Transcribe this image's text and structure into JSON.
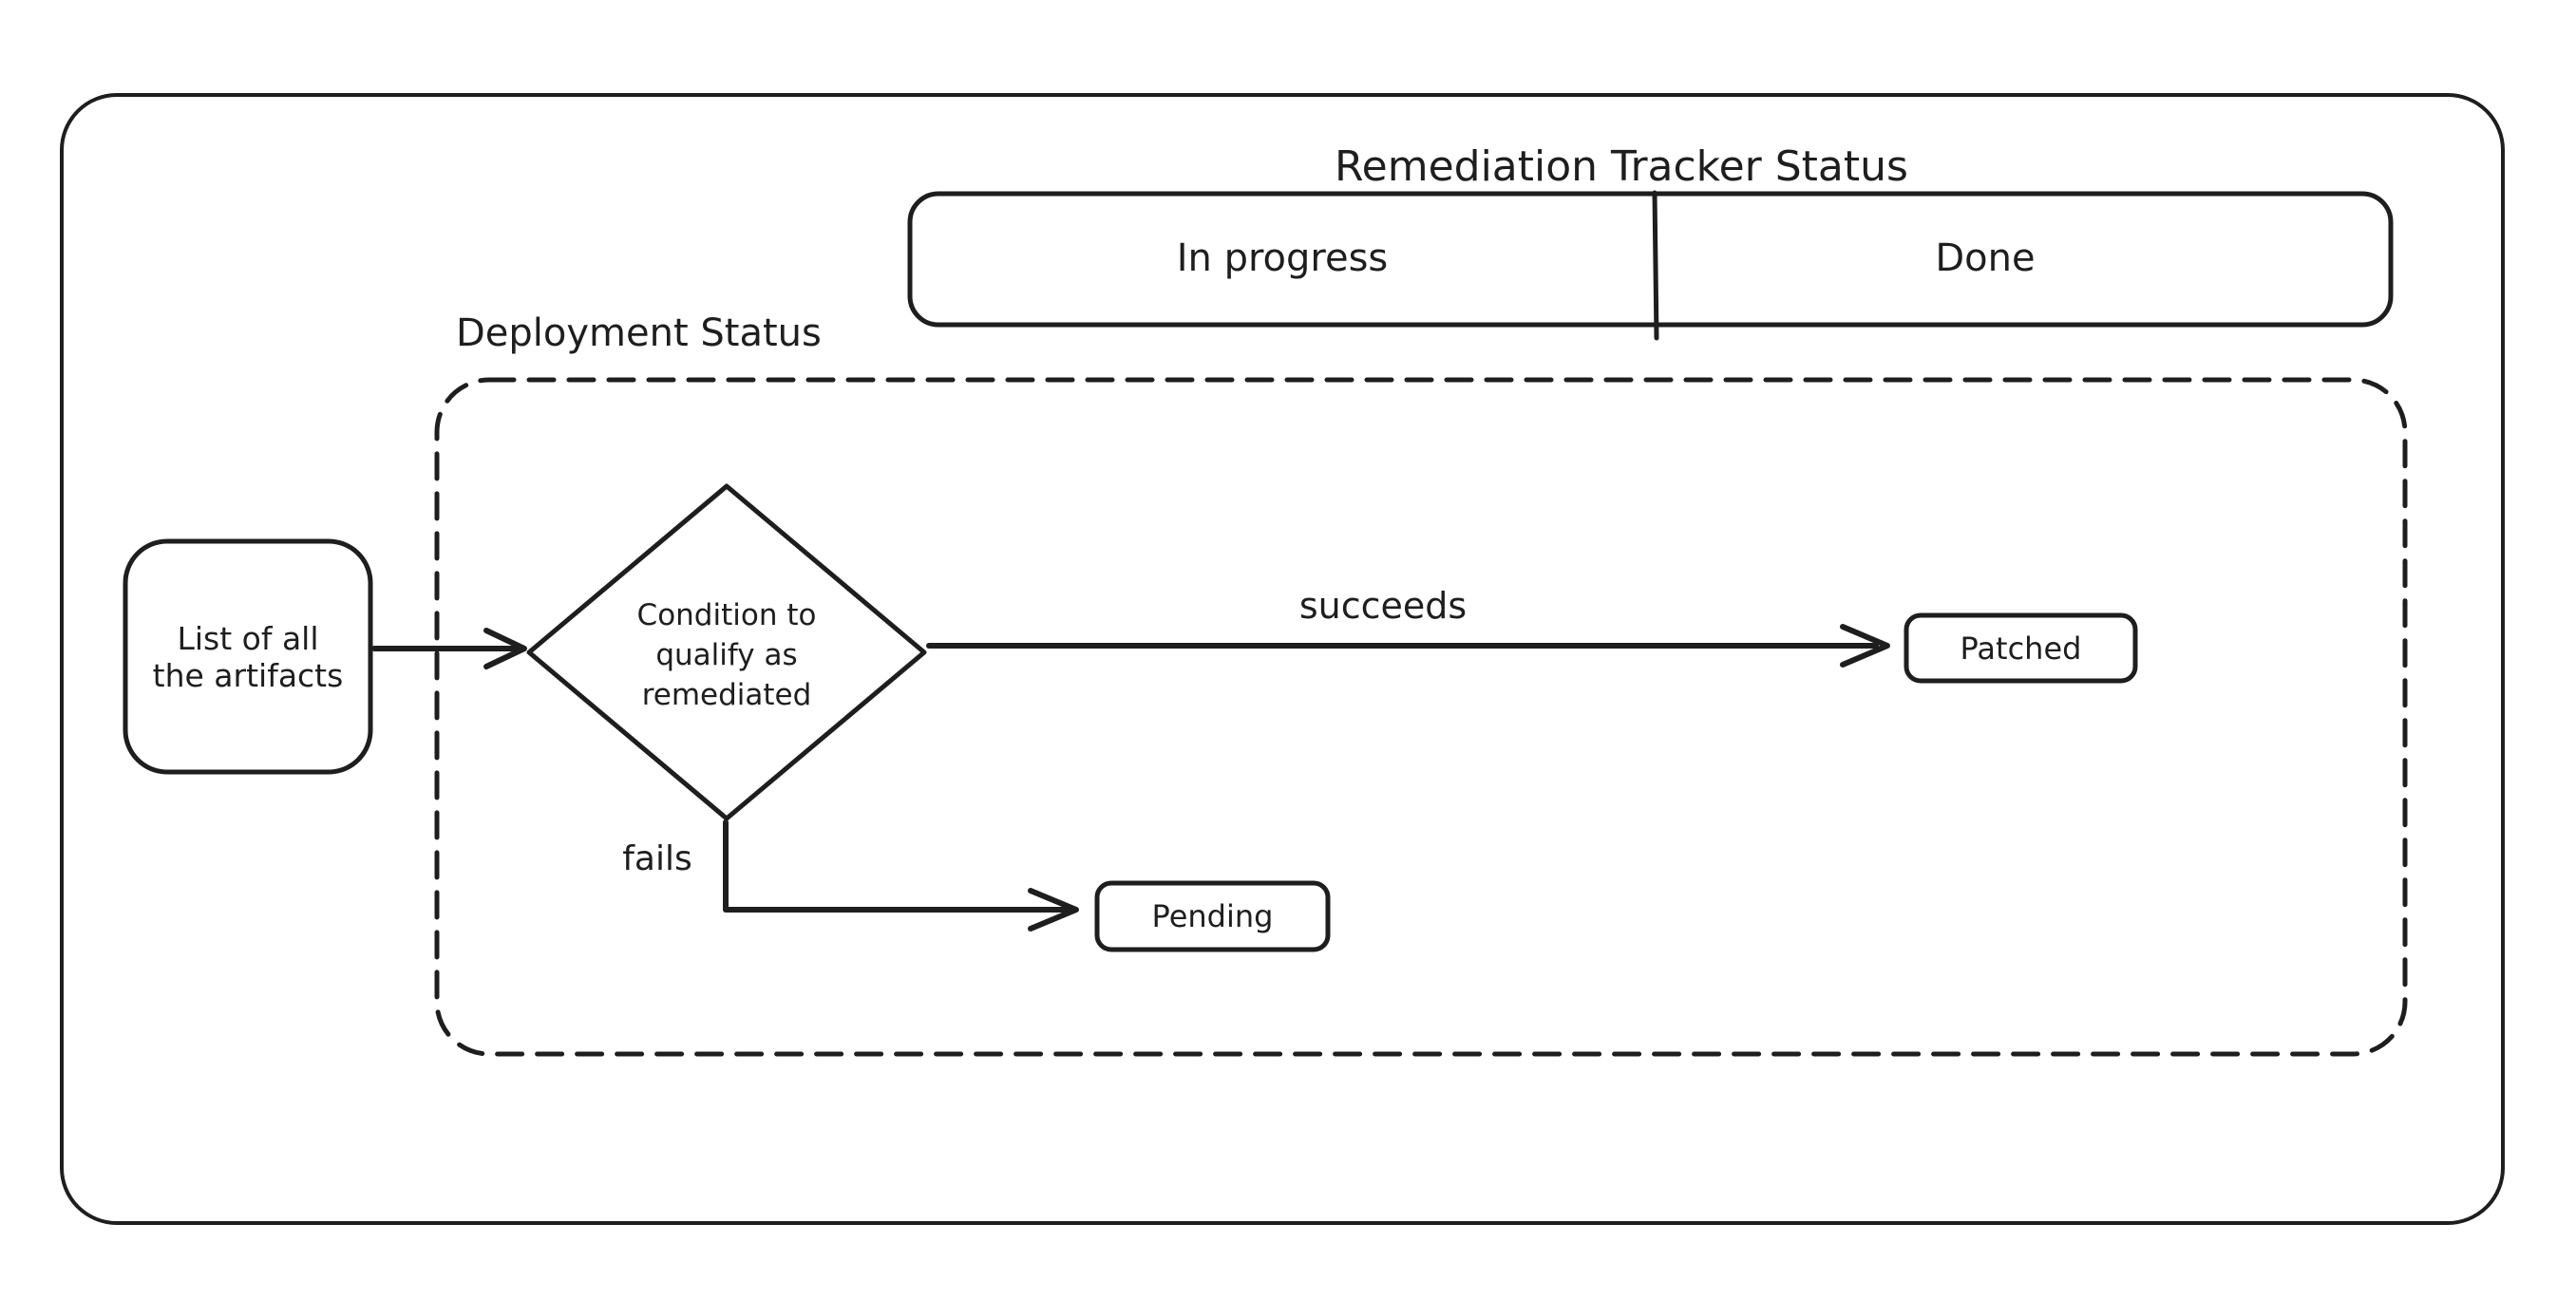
{
  "colors": {
    "stroke": "#1e1e1e",
    "background": "#ffffff"
  },
  "title": "Remediation Tracker Status",
  "tracker_bar": {
    "in_progress": "In progress",
    "done": "Done"
  },
  "deployment_group_label": "Deployment Status",
  "nodes": {
    "artifacts_line1": "List of all",
    "artifacts_line2": "the artifacts",
    "condition_line1": "Condition to",
    "condition_line2": "qualify as",
    "condition_line3": "remediated",
    "patched": "Patched",
    "pending": "Pending"
  },
  "edge_labels": {
    "succeeds": "succeeds",
    "fails": "fails"
  }
}
